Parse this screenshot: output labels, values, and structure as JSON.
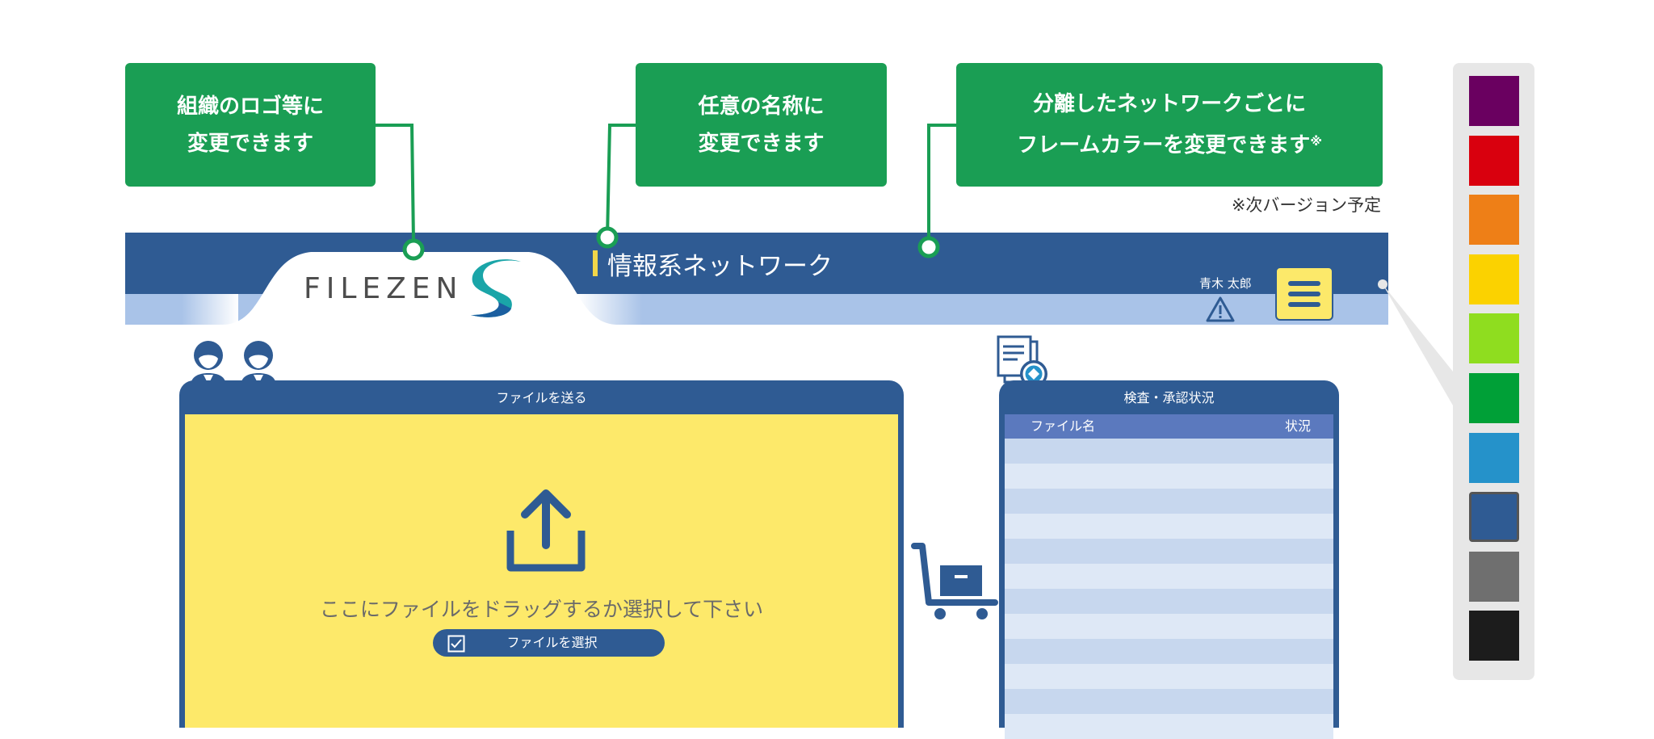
{
  "callouts": {
    "logo": {
      "line1": "組織のロゴ等に",
      "line2": "変更できます"
    },
    "name": {
      "line1": "任意の名称に",
      "line2": "変更できます"
    },
    "frame": {
      "line1": "分離したネットワークごとに",
      "line2": "フレームカラーを変更できます",
      "mark": "※"
    }
  },
  "note": "※次バージョン予定",
  "header": {
    "logo_text": "FILEZEN",
    "title": "情報系ネットワーク",
    "user_name": "青木 太郎"
  },
  "send_panel": {
    "title": "ファイルを送る",
    "drop_text": "ここにファイルをドラッグするか選択して下さい",
    "select_button": "ファイルを選択"
  },
  "review_panel": {
    "title": "検査・承認状況",
    "columns": [
      "ファイル名",
      "状況"
    ]
  },
  "colors": {
    "brand_green": "#1a9e54",
    "frame_blue": "#2f5b93",
    "drop_yellow": "#fde96a"
  },
  "palette": {
    "selected": "#2f5b93",
    "swatches": [
      "#6a0060",
      "#d9000e",
      "#ee7f17",
      "#fbd200",
      "#8fdd1f",
      "#00a037",
      "#2592ca",
      "#2f5b93",
      "#6f6f6f",
      "#1c1c1c"
    ]
  },
  "icons": [
    "people-icon",
    "warning-icon",
    "menu-icon",
    "upload-icon",
    "checkbox-icon",
    "cart-icon",
    "document-search-icon"
  ]
}
